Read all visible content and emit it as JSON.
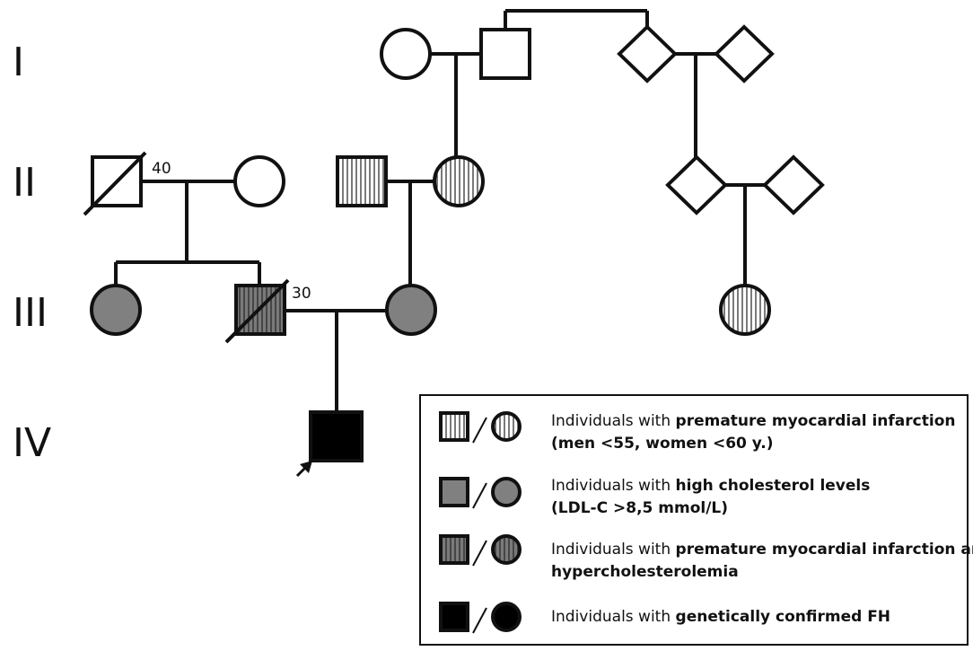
{
  "generations": [
    "I",
    "II",
    "III",
    "IV"
  ],
  "ages": {
    "II_1": "40",
    "III_2": "30"
  },
  "legend": [
    {
      "normal": "Individuals with ",
      "bold": "premature myocardial infarction",
      "line2_bold": "(men <55, women <60 y.)",
      "line2_normal": ""
    },
    {
      "normal": "Individuals with ",
      "bold": "high cholesterol levels",
      "line2_bold": "(LDL-C >8,5 mmol/L)",
      "line2_normal": ""
    },
    {
      "normal": "Individuals with ",
      "bold": "premature myocardial infarction and",
      "line2_bold": "hypercholesterolemia",
      "line2_normal": ""
    },
    {
      "normal": "Individuals with ",
      "bold": "genetically confirmed FH",
      "line2_bold": "",
      "line2_normal": ""
    }
  ],
  "colors": {
    "line": "#111111",
    "grey": "#808080",
    "black": "#000000",
    "white": "#ffffff"
  }
}
